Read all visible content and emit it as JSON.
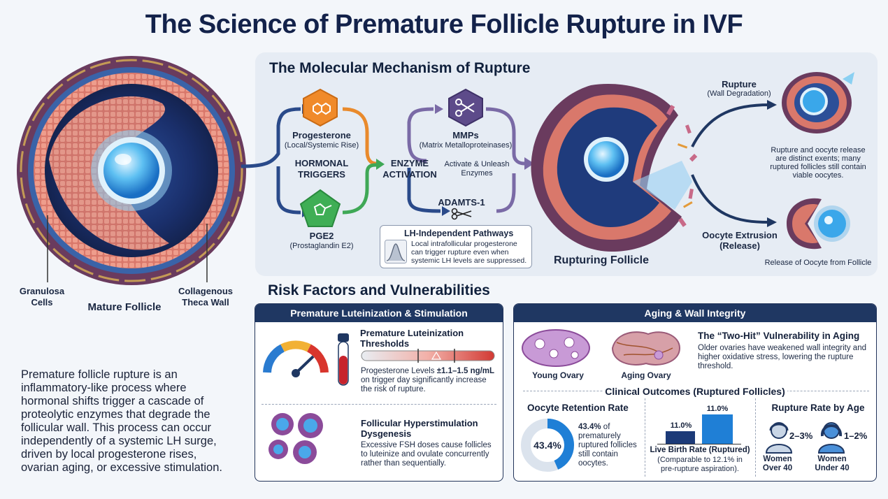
{
  "title": "The Science of Premature Follicle Rupture in IVF",
  "follicle": {
    "left_label": "Granulosa Cells",
    "center_label": "Mature Follicle",
    "right_label": "Collagenous Theca Wall"
  },
  "summary": "Premature follicle rupture is an inflammatory-like process where hormonal shifts trigger a cascade of proteolytic enzymes that degrade the follicular wall. This process can occur independently of a systemic LH surge, driven by local progesterone rises, ovarian aging, or excessive stimulation.",
  "mechanism": {
    "heading": "The Molecular Mechanism of Rupture",
    "progesterone": {
      "name": "Progesterone",
      "sub": "(Local/Systemic Rise)"
    },
    "pge2": {
      "name": "PGE2",
      "sub": "(Prostaglandin E2)"
    },
    "hormonal_triggers": "HORMONAL TRIGGERS",
    "enzyme_activation": "ENZYME ACTIVATION",
    "mmps": {
      "name": "MMPs",
      "sub": "(Matrix Metalloproteinases)"
    },
    "activate": "Activate & Unleash Enzymes",
    "adamts": "ADAMTS-1",
    "lh_box": {
      "title": "LH-Independent Pathways",
      "text": "Local intrafollicular progesterone can trigger rupture even when systemic LH levels are suppressed."
    },
    "rupturing_follicle": "Rupturing Follicle",
    "rupture": {
      "title": "Rupture",
      "sub": "(Wall Degradation)"
    },
    "rupture_note": "Rupture and oocyte release are distinct exents; many ruptured follicles still contain viable oocytes.",
    "extrusion": {
      "title": "Oocyte Extrusion",
      "sub": "(Release)"
    },
    "release_note": "Release of Oocyte from Follicle"
  },
  "risk": {
    "heading": "Risk Factors and Vulnerabilities",
    "left_card": {
      "header": "Premature Luteinization & Stimulation",
      "threshold_title": "Premature Luteinization Thresholds",
      "threshold_text_pre": "Progesterone Levels ",
      "threshold_value": "±1.1–1.5 ng/mL",
      "threshold_text_post": " on trigger day significantly increase the risk of rupture.",
      "hyper_title": "Follicular Hyperstimulation Dysgenesis",
      "hyper_text": "Excessive FSH doses cause follicles to luteinize and ovulate concurrently rather than sequentially."
    },
    "right_card": {
      "header": "Aging & Wall Integrity",
      "young_ovary": "Young Ovary",
      "aging_ovary": "Aging Ovary",
      "two_hit_title": "The “Two-Hit” Vulnerability in Aging",
      "two_hit_text": "Older ovaries have weakened wall integrity and higher oxidative stress, lowering the rupture threshold.",
      "outcomes_title": "Clinical Outcomes (Ruptured Follicles)",
      "retention": {
        "title": "Oocyte Retention Rate",
        "value": 43.4,
        "value_label": "43.4%",
        "note_bold": "43.4%",
        "note": " of prematurely ruptured follicles still contain oocytes."
      },
      "live_birth": {
        "bar1_label": "11.0%",
        "bar2_label": "11.0%",
        "bar1_value": 11.0,
        "bar2_value": 11.0,
        "caption_title": "Live Birth Rate (Ruptured)",
        "caption_text": "(Comparable to 12.1% in pre-rupture aspiration)."
      },
      "rupture_rate": {
        "title": "Rupture Rate by Age",
        "over40_value": "2–3%",
        "over40_label": "Women Over 40",
        "under40_value": "1–2%",
        "under40_label": "Women Under 40"
      }
    }
  },
  "colors": {
    "navy": "#1f3762",
    "progesterone": "#f08a2a",
    "pge2": "#3fae55",
    "mmps": "#5d4b8a",
    "bar_blue": "#1f7fd6",
    "bar_navy": "#1c3a78"
  }
}
